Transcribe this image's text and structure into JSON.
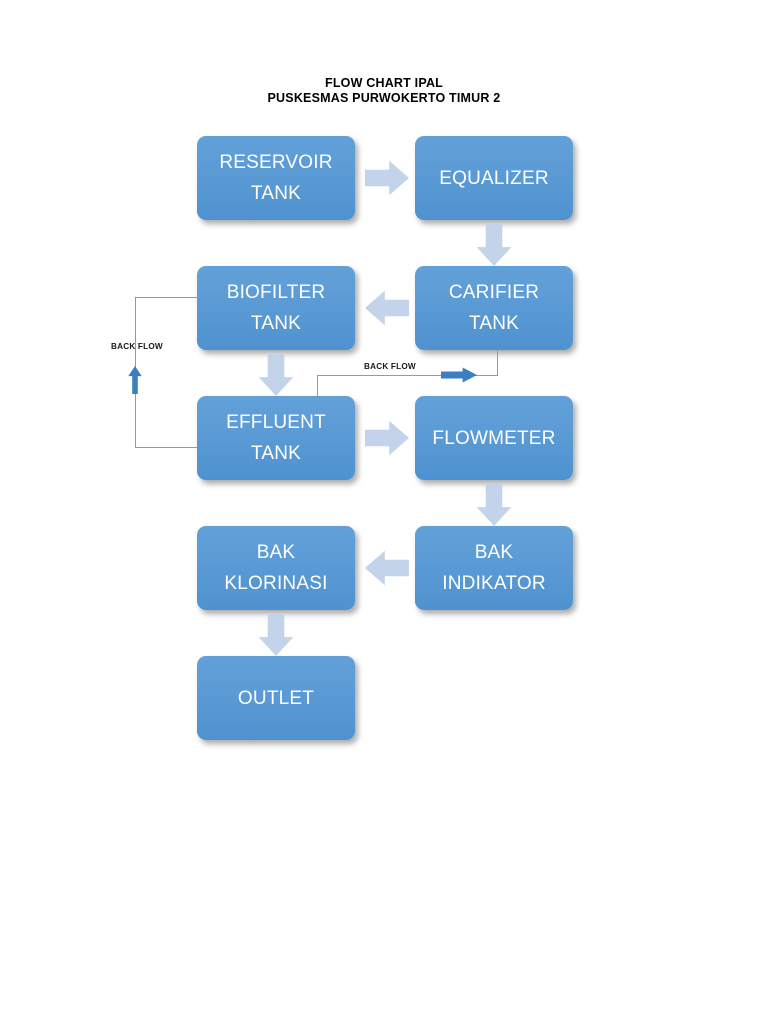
{
  "title": {
    "line1": "FLOW CHART IPAL",
    "line2": "PUSKESMAS PURWOKERTO TIMUR 2"
  },
  "chart_data": {
    "type": "diagram",
    "title": "FLOW CHART IPAL PUSKESMAS PURWOKERTO TIMUR 2",
    "nodes": [
      {
        "id": "reservoir_tank",
        "lines": [
          "RESERVOIR",
          "TANK"
        ],
        "row": 1,
        "col": "left"
      },
      {
        "id": "equalizer",
        "lines": [
          "EQUALIZER"
        ],
        "row": 1,
        "col": "right"
      },
      {
        "id": "biofilter_tank",
        "lines": [
          "BIOFILTER",
          "TANK"
        ],
        "row": 2,
        "col": "left"
      },
      {
        "id": "carifier_tank",
        "lines": [
          "CARIFIER",
          "TANK"
        ],
        "row": 2,
        "col": "right"
      },
      {
        "id": "effluent_tank",
        "lines": [
          "EFFLUENT",
          "TANK"
        ],
        "row": 3,
        "col": "left"
      },
      {
        "id": "flowmeter",
        "lines": [
          "FLOWMETER"
        ],
        "row": 3,
        "col": "right"
      },
      {
        "id": "bak_klorinasi",
        "lines": [
          "BAK",
          "KLORINASI"
        ],
        "row": 4,
        "col": "left"
      },
      {
        "id": "bak_indikator",
        "lines": [
          "BAK",
          "INDIKATOR"
        ],
        "row": 4,
        "col": "right"
      },
      {
        "id": "outlet",
        "lines": [
          "OUTLET"
        ],
        "row": 5,
        "col": "left"
      }
    ],
    "edges": [
      {
        "from": "reservoir_tank",
        "to": "equalizer",
        "direction": "right",
        "style": "block-arrow",
        "label": ""
      },
      {
        "from": "equalizer",
        "to": "carifier_tank",
        "direction": "down",
        "style": "block-arrow",
        "label": ""
      },
      {
        "from": "carifier_tank",
        "to": "biofilter_tank",
        "direction": "left",
        "style": "block-arrow",
        "label": ""
      },
      {
        "from": "biofilter_tank",
        "to": "effluent_tank",
        "direction": "down",
        "style": "block-arrow",
        "label": ""
      },
      {
        "from": "effluent_tank",
        "to": "flowmeter",
        "direction": "right",
        "style": "block-arrow",
        "label": ""
      },
      {
        "from": "flowmeter",
        "to": "bak_indikator",
        "direction": "down",
        "style": "block-arrow",
        "label": ""
      },
      {
        "from": "bak_indikator",
        "to": "bak_klorinasi",
        "direction": "left",
        "style": "block-arrow",
        "label": ""
      },
      {
        "from": "bak_klorinasi",
        "to": "outlet",
        "direction": "down",
        "style": "block-arrow",
        "label": ""
      },
      {
        "from": "effluent_tank",
        "to": "biofilter_tank",
        "direction": "up",
        "style": "line",
        "label": "BACK FLOW"
      },
      {
        "from": "effluent_tank",
        "to": "carifier_tank",
        "direction": "right",
        "style": "line",
        "label": "BACK FLOW"
      }
    ],
    "labels": {
      "back_flow_left": "BACK FLOW",
      "back_flow_right": "BACK FLOW"
    }
  },
  "nodes": {
    "reservoir_tank": {
      "l1": "RESERVOIR",
      "l2": "TANK"
    },
    "equalizer": {
      "l1": "EQUALIZER"
    },
    "biofilter_tank": {
      "l1": "BIOFILTER",
      "l2": "TANK"
    },
    "carifier_tank": {
      "l1": "CARIFIER",
      "l2": "TANK"
    },
    "effluent_tank": {
      "l1": "EFFLUENT",
      "l2": "TANK"
    },
    "flowmeter": {
      "l1": "FLOWMETER"
    },
    "bak_klorinasi": {
      "l1": "BAK",
      "l2": "KLORINASI"
    },
    "bak_indikator": {
      "l1": "BAK",
      "l2": "INDIKATOR"
    },
    "outlet": {
      "l1": "OUTLET"
    }
  },
  "labels": {
    "back_flow_left": "BACK FLOW",
    "back_flow_right": "BACK FLOW"
  },
  "colors": {
    "node_fill": "#5b9bd5",
    "node_text": "#ffffff",
    "block_arrow": "#c3d4ea",
    "connector_line": "#6ba3da",
    "thin_arrow": "#3a7fbf",
    "title_text": "#000000",
    "background": "#ffffff"
  }
}
